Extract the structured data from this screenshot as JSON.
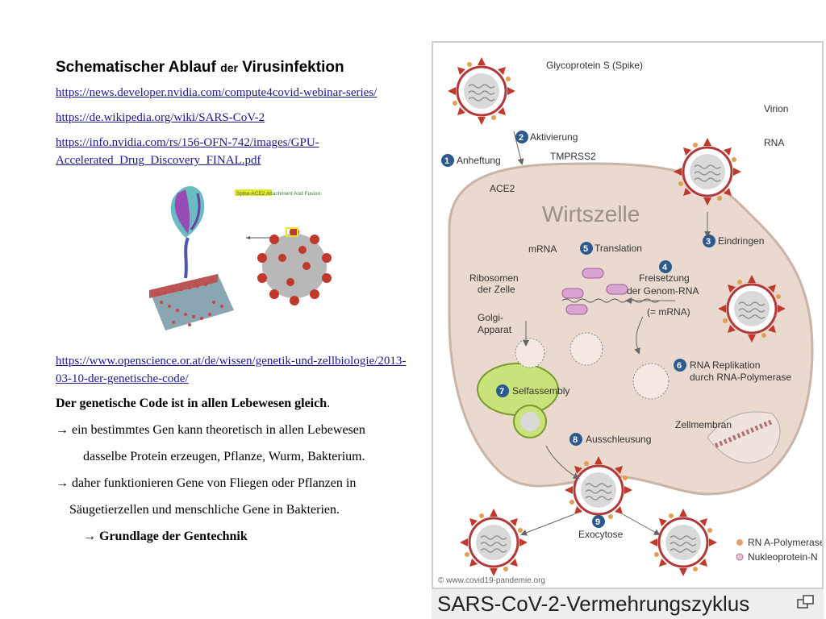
{
  "title": {
    "part1": "Schematischer Ablauf ",
    "part2": "der",
    "part3": " Virusinfektion"
  },
  "links": [
    "https://news.developer.nvidia.com/compute4covid-webinar-series/",
    "https://de.wikipedia.org/wiki/SARS-CoV-2",
    "https://info.nvidia.com/rs/156-OFN-742/images/GPU-",
    "Accelerated_Drug_Discovery_FINAL.pdf",
    "https://www.openscience.or.at/de/wissen/genetik-und-zellbiologie/2013-",
    "03-10-der-genetische-code/"
  ],
  "spike_label": "Spike-ACE2 Attachment And Fusion",
  "text": {
    "p1_bold": "Der genetische Code ist in allen Lebewesen gleich",
    "p1_end": ".",
    "p2a": "→ ein bestimmtes Gen kann theoretisch in allen Lebewesen",
    "p2b": "dasselbe Protein erzeugen, Pflanze, Wurm, Bakterium.",
    "p3a": "→ daher funktionieren Gene von Fliegen oder Pflanzen in",
    "p3b": "Säugetierzellen und menschliche Gene in Bakterien.",
    "p4": "→ Grundlage der Gentechnik"
  },
  "figure": {
    "labels": {
      "spike": "Glycoprotein S (Spike)",
      "virion": "Virion",
      "rna": "RNA",
      "aktivierung": "Aktivierung",
      "anheftung": "Anheftung",
      "tmprss2": "TMPRSS2",
      "ace2": "ACE2",
      "wirtszelle": "Wirtszelle",
      "eindringen": "Eindringen",
      "mrna": "mRNA",
      "translation": "Translation",
      "freisetzung": "Freisetzung",
      "genom": "der Genom-RNA",
      "eqmrna": "(= mRNA)",
      "ribosomen": "Ribosomen",
      "derzelle": "der Zelle",
      "golgi": "Golgi-",
      "apparat": "Apparat",
      "rnarep": "RNA Replikation",
      "polymerase": "durch RNA-Polymerase",
      "selfassembly": "Selfassembly",
      "zellmembran": "Zellmembran",
      "ausschleusung": "Ausschleusung",
      "exocytose": "Exocytose",
      "legend1": "RN A-Polymerase",
      "legend2": "Nukleoprotein-N",
      "copyright": "© www.covid19-pandemie.org"
    },
    "numbers": [
      "1",
      "2",
      "3",
      "4",
      "5",
      "6",
      "7",
      "8",
      "9"
    ]
  },
  "caption": "SARS-CoV-2-Vermehrungszyklus",
  "colors": {
    "link": "#1a1a8c",
    "cell": "#e9d9cf",
    "spike": "#c0392b",
    "badge": "#2c5a8f"
  }
}
